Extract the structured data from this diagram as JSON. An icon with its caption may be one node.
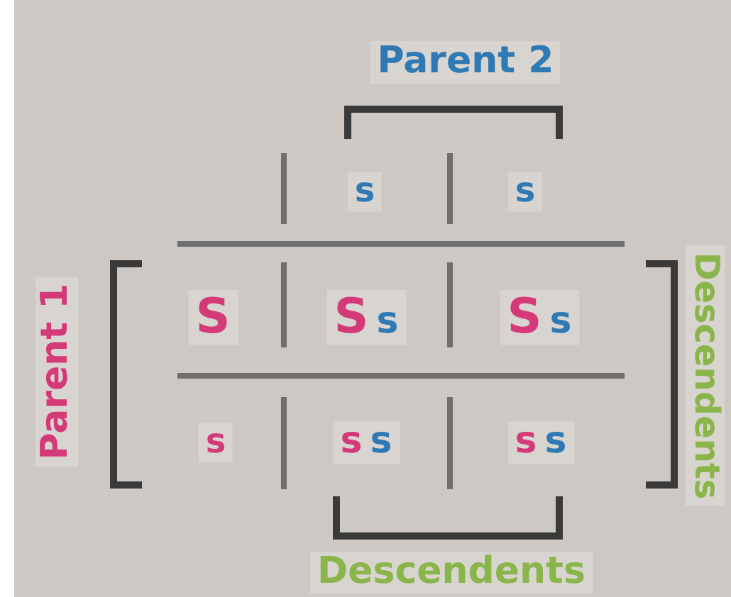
{
  "diagram": {
    "labels": [
      "Parent 2",
      "s",
      "s",
      "Parent 1",
      "S",
      "S s",
      "S s",
      "Descendents",
      "s",
      "s s",
      "s s",
      "Descendents"
    ]
  }
}
